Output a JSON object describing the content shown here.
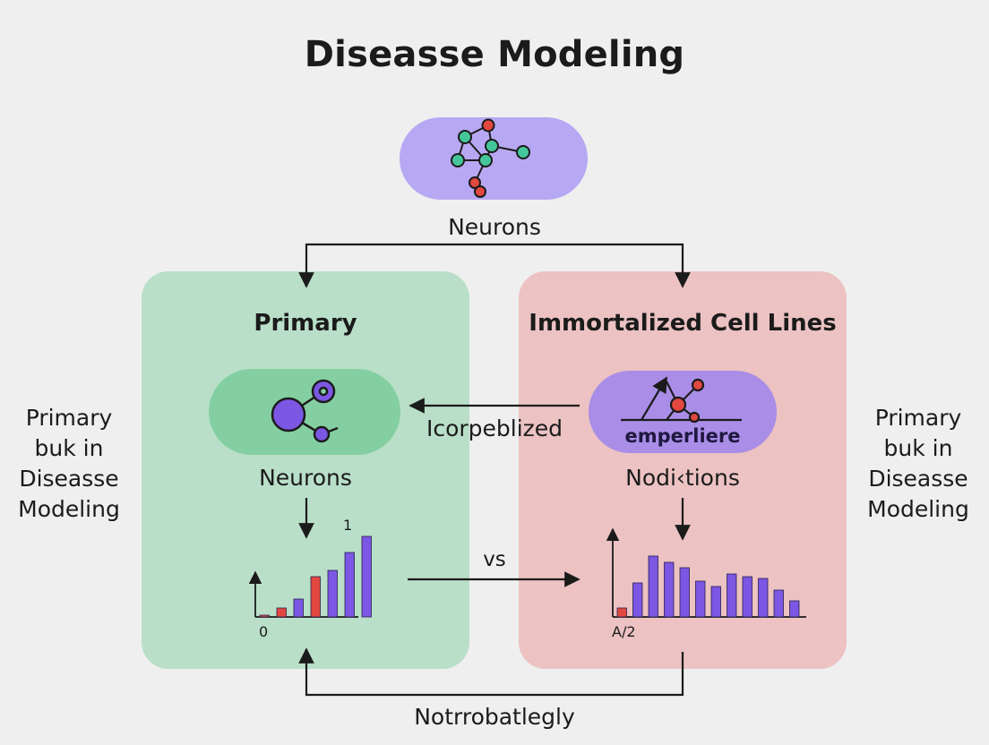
{
  "title": "Diseasse Modeling",
  "top_node": {
    "label": "Neurons"
  },
  "left_panel": {
    "title": "Primary",
    "node_label": "Neurons",
    "chart": {
      "top_tick": "1",
      "origin_tick": "0"
    }
  },
  "right_panel": {
    "title": "Immortalized Cell Lines",
    "pill_text": "emperliere",
    "node_label": "Nodi‹tions",
    "chart": {
      "origin_tick": "A/2"
    }
  },
  "edges": {
    "middle_arrow": "Icorpeblized",
    "compare": "vs",
    "bottom_loop": "Notrrobatlegly"
  },
  "side_labels": {
    "left": [
      "Primary",
      "buk in",
      "Diseasse",
      "Modeling"
    ],
    "right": [
      "Primary",
      "buk in",
      "Diseasse",
      "Modeling"
    ]
  },
  "colors": {
    "background": "#efefef",
    "green_panel": "#b9dfc8",
    "red_panel": "#ecc2c2",
    "green_node": "#84cfa1",
    "purple_node": "#a98de6",
    "top_node": "#b7a8f3",
    "bar_purple": "#7b57e3",
    "bar_red": "#e2483f",
    "node_teal": "#45c69a"
  },
  "chart_data": [
    {
      "type": "bar",
      "name_in_image": "left",
      "values": [
        0.02,
        0.1,
        0.2,
        0.45,
        0.52,
        0.72,
        0.9
      ],
      "bar_colors": [
        "red",
        "red",
        "purple",
        "red",
        "purple",
        "purple",
        "purple"
      ],
      "ylim": [
        0,
        1
      ]
    },
    {
      "type": "bar",
      "name_in_image": "right",
      "values": [
        0.1,
        0.38,
        0.68,
        0.61,
        0.55,
        0.4,
        0.34,
        0.48,
        0.45,
        0.43,
        0.3,
        0.18
      ],
      "bar_colors": [
        "red",
        "purple",
        "purple",
        "purple",
        "purple",
        "purple",
        "purple",
        "purple",
        "purple",
        "purple",
        "purple",
        "purple"
      ],
      "ylim": [
        0,
        1
      ]
    }
  ]
}
